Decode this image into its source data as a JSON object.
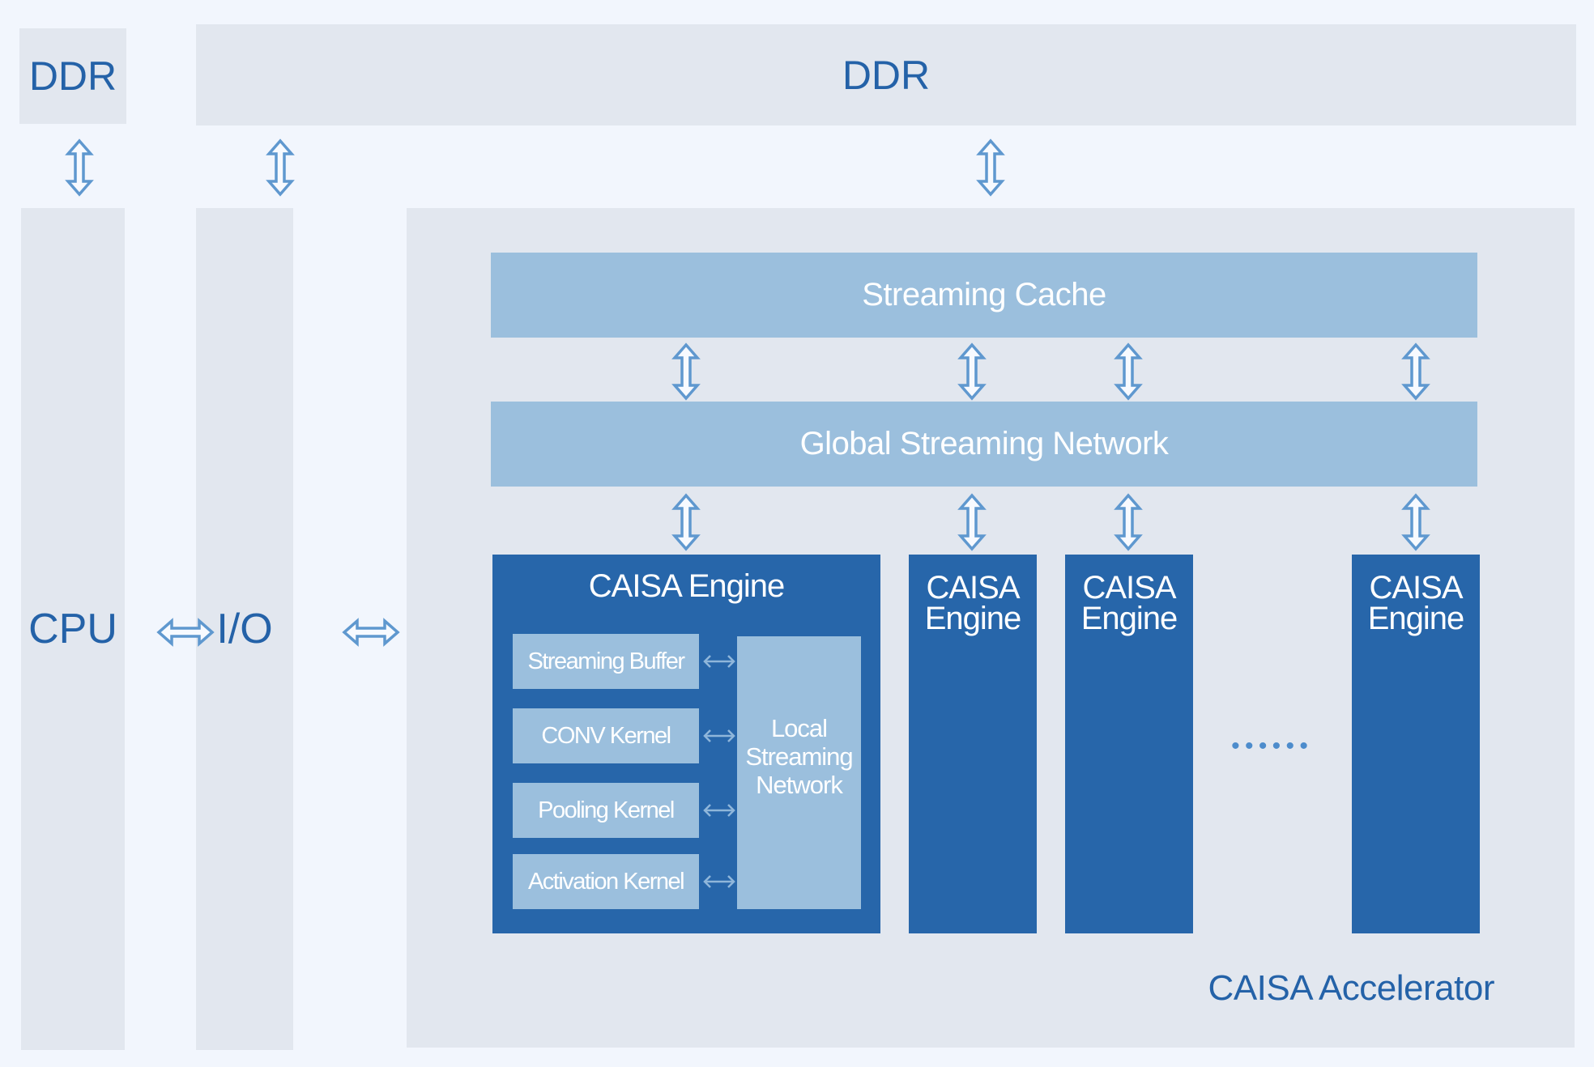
{
  "ddr_left": {
    "label": "DDR"
  },
  "ddr_main": {
    "label": "DDR"
  },
  "cpu": {
    "label": "CPU"
  },
  "io": {
    "label": "I/O"
  },
  "accelerator": {
    "label": "CAISA Accelerator",
    "streaming_cache": "Streaming Cache",
    "global_network": "Global Streaming Network",
    "main_engine": {
      "title": "CAISA Engine",
      "modules": [
        "Streaming Buffer",
        "CONV Kernel",
        "Pooling Kernel",
        "Activation Kernel"
      ],
      "local_network": "Local Streaming Network"
    },
    "engines": [
      "CAISA Engine",
      "CAISA Engine",
      "CAISA Engine"
    ],
    "ellipsis": "• • • • • •"
  },
  "colors": {
    "background": "#f2f6fd",
    "panel_gray": "#e2e7ef",
    "light_blue": "#9bbfdd",
    "dark_blue": "#2766aa",
    "text_blue": "#2462a8",
    "arrow": "#5f98cf"
  }
}
